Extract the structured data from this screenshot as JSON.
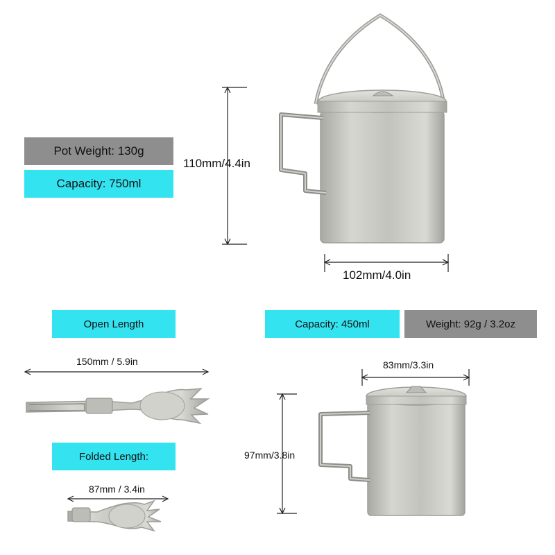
{
  "pot": {
    "weight_label": "Pot Weight: 130g",
    "capacity_label": "Capacity: 750ml",
    "height_dim": "110mm/4.4in",
    "width_dim": "102mm/4.0in"
  },
  "spork": {
    "open_label": "Open Length",
    "open_dim": "150mm / 5.9in",
    "folded_label": "Folded Length:",
    "folded_dim": "87mm / 3.4in"
  },
  "cup": {
    "capacity_label": "Capacity: 450ml",
    "weight_label": "Weight: 92g / 3.2oz",
    "width_dim": "83mm/3.3in",
    "height_dim": "97mm/3.8in"
  },
  "colors": {
    "accent": "#33e3f0",
    "gray_label": "#8e8e8e",
    "metal": "#c9c9c4"
  }
}
